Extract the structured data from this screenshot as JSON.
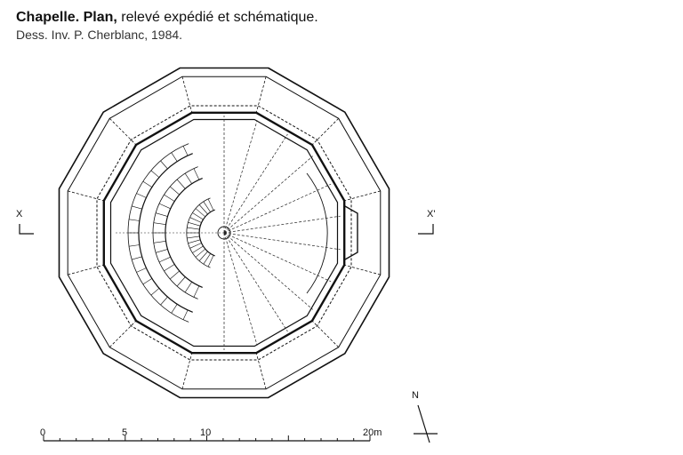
{
  "caption": {
    "title_bold": "Chapelle. Plan,",
    "title_rest": " relevé expédié et schématique.",
    "subtitle": "Dess. Inv. P. Cherblanc, 1984."
  },
  "plan": {
    "section_left": "X",
    "section_right": "X'",
    "north": "N"
  },
  "scale_bar": {
    "ticks": [
      "0",
      "5",
      "10",
      "20m"
    ]
  }
}
